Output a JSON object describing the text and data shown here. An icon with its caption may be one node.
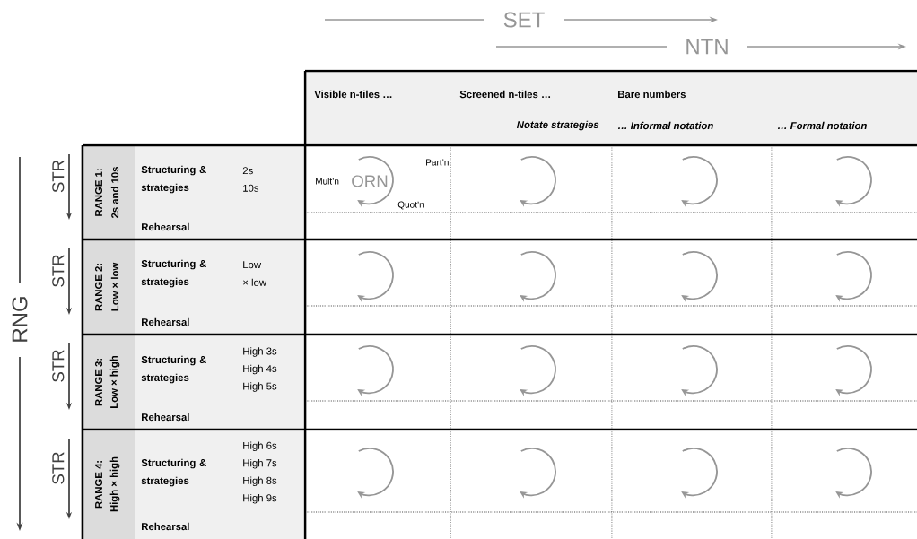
{
  "diagram": {
    "labels": [
      "SET",
      "NTN",
      "Visible n-tiles …",
      "Screened n-tiles …",
      "Bare numbers",
      "Notate strategies",
      "… Informal notation",
      "… Formal notation",
      "RNG",
      "STR",
      "RANGE 1:",
      "2s and 10s",
      "Structuring & strategies",
      "2s",
      "10s",
      "Part’n",
      "Mult’n",
      "ORN",
      "Quot’n",
      "Rehearsal",
      "STR",
      "RANGE 2:",
      "Low × low",
      "Structuring & strategies",
      "Low",
      "× low",
      "Rehearsal",
      "STR",
      "RANGE 3:",
      "Low × high",
      "Structuring & strategies",
      "High 3s",
      "High 4s",
      "High 5s",
      "Rehearsal",
      "STR",
      "RANGE 4:",
      "High × high",
      "Structuring & strategies",
      "High 6s",
      "High 7s",
      "High 8s",
      "High 9s",
      "Rehearsal"
    ]
  }
}
